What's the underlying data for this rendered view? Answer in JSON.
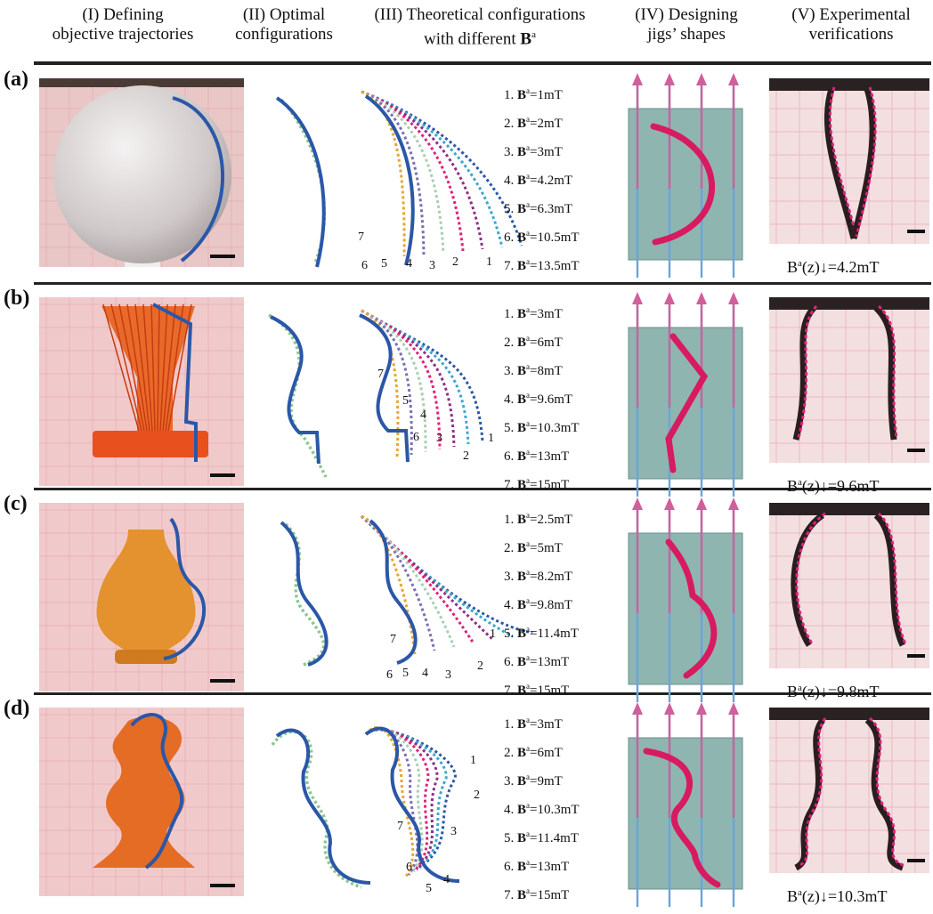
{
  "headers": {
    "col1": [
      "(I)  Defining",
      "objective trajectories"
    ],
    "col2": [
      "(II)  Optimal",
      "configurations"
    ],
    "col3_line1": "(III)  Theoretical configurations",
    "col3_line2_pre": "with different ",
    "col3_line2_b": "B",
    "col3_line2_sup": "a",
    "col4": [
      "(IV) Designing",
      "jigs’ shapes"
    ],
    "col5": [
      "(V)  Experimental",
      "verifications"
    ]
  },
  "panels": [
    {
      "label": "(a)",
      "fields": [
        {
          "index": "1.",
          "sym": "B",
          "sup": "a",
          "value": "=1mT"
        },
        {
          "index": "2.",
          "sym": "B",
          "sup": "a",
          "value": "=2mT"
        },
        {
          "index": "3.",
          "sym": "B",
          "sup": "a",
          "value": "=3mT"
        },
        {
          "index": "4.",
          "sym": "B",
          "sup": "a",
          "value": "=4.2mT"
        },
        {
          "index": "5.",
          "sym": "B",
          "sup": "a",
          "value": "=6.3mT"
        },
        {
          "index": "6.",
          "sym": "B",
          "sup": "a",
          "value": "=10.5mT"
        },
        {
          "index": "7.",
          "sym": "B",
          "sup": "a",
          "value": "=13.5mT"
        }
      ],
      "curve_numbers": [
        "7",
        "6",
        "5",
        "4",
        "3",
        "2",
        "1"
      ],
      "caption": {
        "pre": "B",
        "sup": "a",
        "mid": "(z)↓=",
        "value": "4.2mT"
      }
    },
    {
      "label": "(b)",
      "fields": [
        {
          "index": "1.",
          "sym": "B",
          "sup": "a",
          "value": "=3mT"
        },
        {
          "index": "2.",
          "sym": "B",
          "sup": "a",
          "value": "=6mT"
        },
        {
          "index": "3.",
          "sym": "B",
          "sup": "a",
          "value": "=8mT"
        },
        {
          "index": "4.",
          "sym": "B",
          "sup": "a",
          "value": "=9.6mT"
        },
        {
          "index": "5.",
          "sym": "B",
          "sup": "a",
          "value": "=10.3mT"
        },
        {
          "index": "6.",
          "sym": "B",
          "sup": "a",
          "value": "=13mT"
        },
        {
          "index": "7.",
          "sym": "B",
          "sup": "a",
          "value": "=15mT"
        }
      ],
      "curve_numbers": [
        "7",
        "5",
        "4",
        "6",
        "3",
        "2",
        "1"
      ],
      "caption": {
        "pre": "B",
        "sup": "a",
        "mid": "(z)↓=",
        "value": "9.6mT"
      }
    },
    {
      "label": "(c)",
      "fields": [
        {
          "index": "1.",
          "sym": "B",
          "sup": "a",
          "value": "=2.5mT"
        },
        {
          "index": "2.",
          "sym": "B",
          "sup": "a",
          "value": "=5mT"
        },
        {
          "index": "3.",
          "sym": "B",
          "sup": "a",
          "value": "=8.2mT"
        },
        {
          "index": "4.",
          "sym": "B",
          "sup": "a",
          "value": "=9.8mT"
        },
        {
          "index": "5.",
          "sym": "B",
          "sup": "a",
          "value": "=11.4mT"
        },
        {
          "index": "6.",
          "sym": "B",
          "sup": "a",
          "value": "=13mT"
        },
        {
          "index": "7.",
          "sym": "B",
          "sup": "a",
          "value": "=15mT"
        }
      ],
      "curve_numbers": [
        "7",
        "6",
        "5",
        "4",
        "3",
        "2",
        "1"
      ],
      "caption": {
        "pre": "B",
        "sup": "a",
        "mid": "(z)↓=",
        "value": "9.8mT"
      }
    },
    {
      "label": "(d)",
      "fields": [
        {
          "index": "1.",
          "sym": "B",
          "sup": "a",
          "value": "=3mT"
        },
        {
          "index": "2.",
          "sym": "B",
          "sup": "a",
          "value": "=6mT"
        },
        {
          "index": "3.",
          "sym": "B",
          "sup": "a",
          "value": "=9mT"
        },
        {
          "index": "4.",
          "sym": "B",
          "sup": "a",
          "value": "=10.3mT"
        },
        {
          "index": "5.",
          "sym": "B",
          "sup": "a",
          "value": "=11.4mT"
        },
        {
          "index": "6.",
          "sym": "B",
          "sup": "a",
          "value": "=13mT"
        },
        {
          "index": "7.",
          "sym": "B",
          "sup": "a",
          "value": "=15mT"
        }
      ],
      "curve_numbers": [
        "1",
        "2",
        "3",
        "7",
        "6",
        "4",
        "5"
      ],
      "caption": {
        "pre": "B",
        "sup": "a",
        "mid": "(z)↓=",
        "value": "10.3mT"
      }
    }
  ],
  "colors": {
    "blue_curve": "#2b57a8",
    "green_dotted": "#8cc68f",
    "magenta_dotted": "#e0207a",
    "jig_fill": "#8fb5b1",
    "jig_curve": "#d81b60",
    "arrow_pink": "#d0609a",
    "arrow_blue": "#6ea3d8",
    "curve_palette": [
      "#e6a532",
      "#7a6fb4",
      "#a9cfb0",
      "#e0207a",
      "#8e2f86",
      "#3aa7cf",
      "#2b57a8"
    ]
  }
}
